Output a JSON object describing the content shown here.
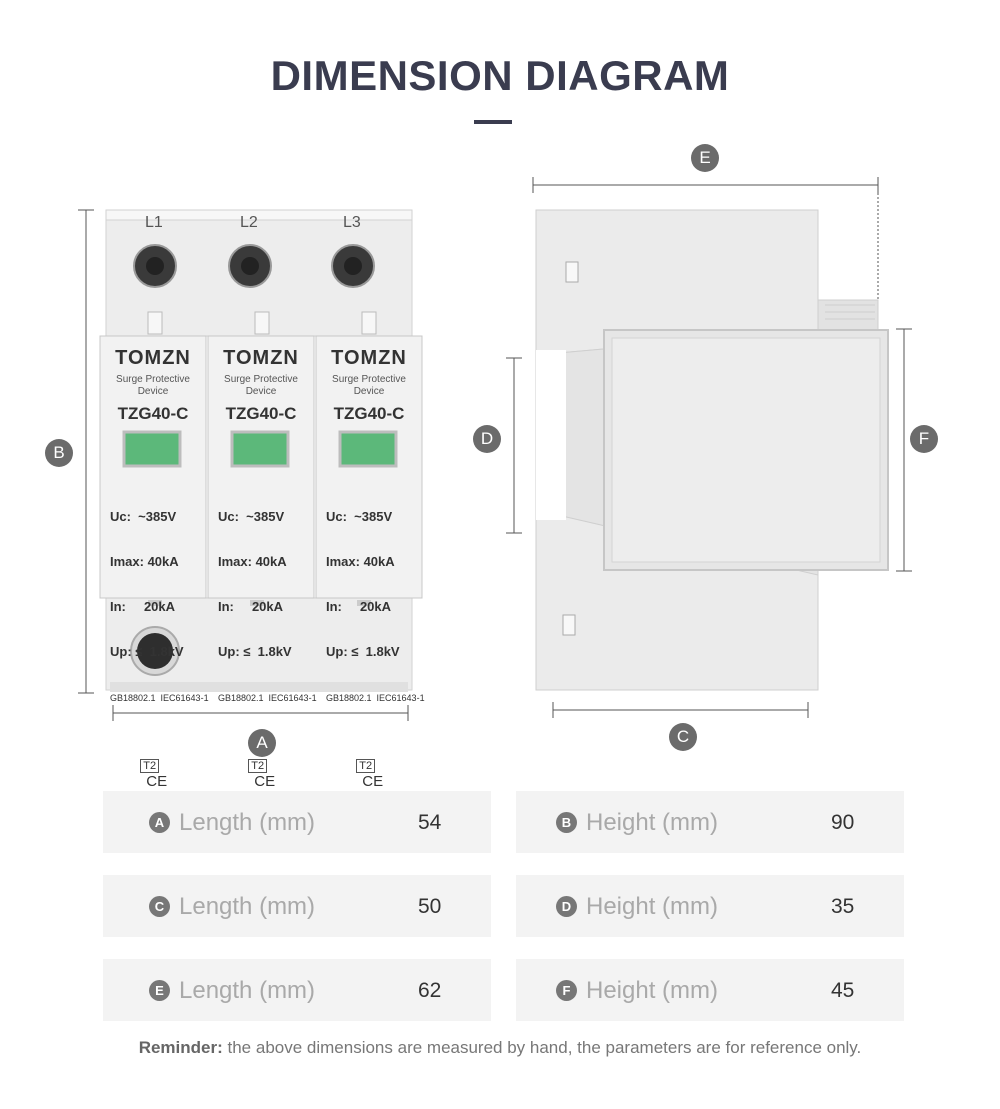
{
  "title": "DIMENSION DIAGRAM",
  "badges": [
    "A",
    "B",
    "C",
    "D",
    "E",
    "F"
  ],
  "device": {
    "terminals": [
      "L1",
      "L2",
      "L3"
    ],
    "brand": "TOMZN",
    "subtitle_line1": "Surge Protective",
    "subtitle_line2": "Device",
    "model": "TZG40-C",
    "spec_lines": [
      "Uc:  ~385V",
      "Imax: 40kA",
      "In:     20kA",
      "Up: ≤  1.8kV"
    ],
    "standards": "GB18802.1  IEC61643-1",
    "class_mark": "T2",
    "ce_mark": "CE"
  },
  "specs": [
    {
      "letter": "A",
      "label": "Length (mm)",
      "value": "54"
    },
    {
      "letter": "B",
      "label": "Height (mm)",
      "value": "90"
    },
    {
      "letter": "C",
      "label": "Length (mm)",
      "value": "50"
    },
    {
      "letter": "D",
      "label": "Height (mm)",
      "value": "35"
    },
    {
      "letter": "E",
      "label": "Length (mm)",
      "value": "62"
    },
    {
      "letter": "F",
      "label": "Height (mm)",
      "value": "45"
    }
  ],
  "reminder": {
    "bold": "Reminder:",
    "text": " the above dimensions are measured by hand, the parameters are for reference only."
  },
  "colors": {
    "title": "#3a3c4f",
    "badge": "#6b6b6b",
    "indicator": "#5cb87a",
    "body": "#e8e8e8"
  }
}
